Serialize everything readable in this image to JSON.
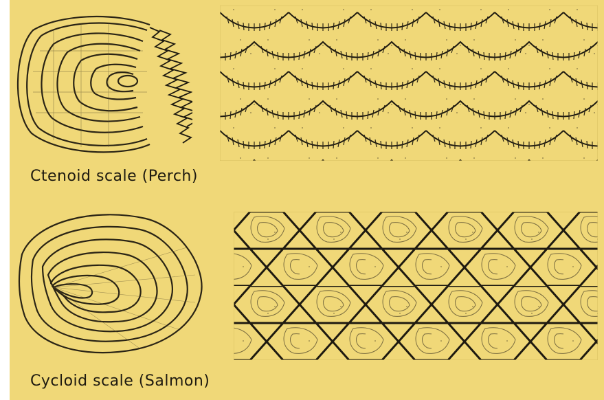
{
  "figure": {
    "background": "#f0d878",
    "ink": "#1e1a10",
    "panels": [
      {
        "id": "ctenoid",
        "caption": "Ctenoid scale (Perch)",
        "single_scale_icon": "ctenoid-scale-drawing",
        "pattern_icon": "overlapping-ctenoid-scales-pattern"
      },
      {
        "id": "cycloid",
        "caption": "Cycloid scale (Salmon)",
        "single_scale_icon": "cycloid-scale-drawing",
        "pattern_icon": "overlapping-cycloid-scales-pattern"
      }
    ]
  }
}
